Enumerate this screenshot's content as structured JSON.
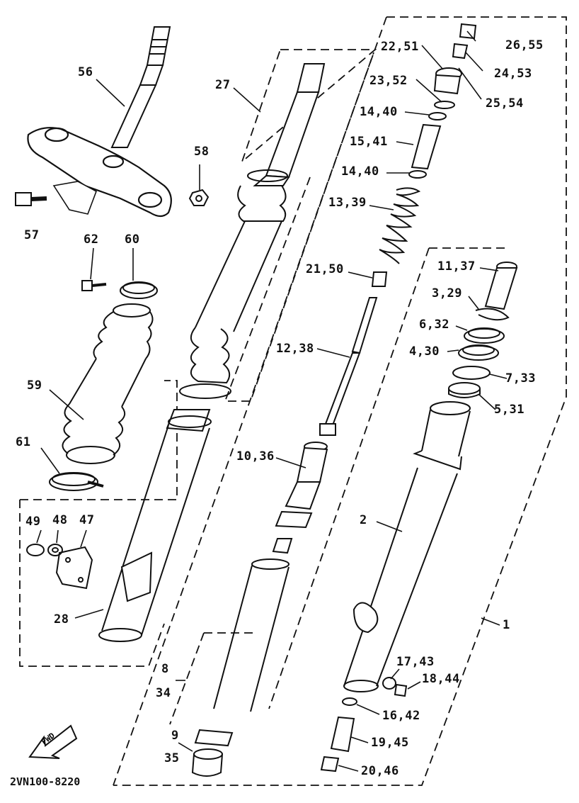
{
  "diagram": {
    "drawing_code": "2VN100-8220",
    "fwd_label": "FWD",
    "labels": {
      "p1": "1",
      "p2": "2",
      "p3_29": "3,29",
      "p4_30": "4,30",
      "p5_31": "5,31",
      "p6_32": "6,32",
      "p7_33": "7,33",
      "p8": "8",
      "p34": "34",
      "p9": "9",
      "p35": "35",
      "p10_36": "10,36",
      "p11_37": "11,37",
      "p12_38": "12,38",
      "p13_39": "13,39",
      "p14_40_top": "14,40",
      "p14_40_bot": "14,40",
      "p15_41": "15,41",
      "p16_42": "16,42",
      "p17_43": "17,43",
      "p18_44": "18,44",
      "p19_45": "19,45",
      "p20_46": "20,46",
      "p21_50": "21,50",
      "p22_51": "22,51",
      "p23_52": "23,52",
      "p24_53": "24,53",
      "p25_54": "25,54",
      "p26_55": "26,55",
      "p27": "27",
      "p28": "28",
      "p47": "47",
      "p48": "48",
      "p49": "49",
      "p56": "56",
      "p57": "57",
      "p58": "58",
      "p59": "59",
      "p60": "60",
      "p61": "61",
      "p62": "62"
    }
  }
}
